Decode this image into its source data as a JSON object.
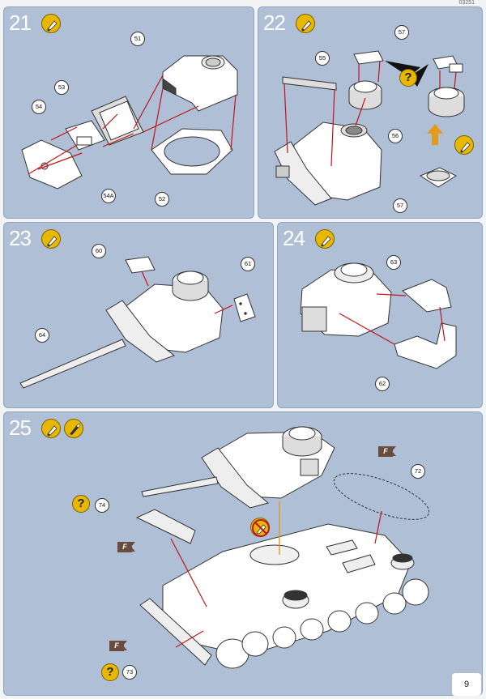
{
  "page": {
    "code": "03251",
    "number": "9"
  },
  "steps": [
    {
      "number": "21",
      "parts": [
        "51",
        "53",
        "54",
        "54A",
        "52"
      ]
    },
    {
      "number": "22",
      "parts": [
        "55",
        "57",
        "56",
        "57"
      ]
    },
    {
      "number": "23",
      "parts": [
        "60",
        "61",
        "64"
      ]
    },
    {
      "number": "24",
      "parts": [
        "63",
        "62"
      ]
    },
    {
      "number": "25",
      "parts": [
        "74",
        "72",
        "73"
      ]
    }
  ],
  "symbols": {
    "question": "?",
    "flag": "F"
  },
  "colors": {
    "panel": "#aebfd6",
    "accent": "#e8b800",
    "arrow": "#c0141c",
    "flag": "#6a4c3e",
    "orange": "#e49a1a"
  },
  "icons": [
    "glue-icon",
    "paint-brush-icon",
    "no-glue-icon",
    "decal-flag-icon",
    "question-icon"
  ]
}
